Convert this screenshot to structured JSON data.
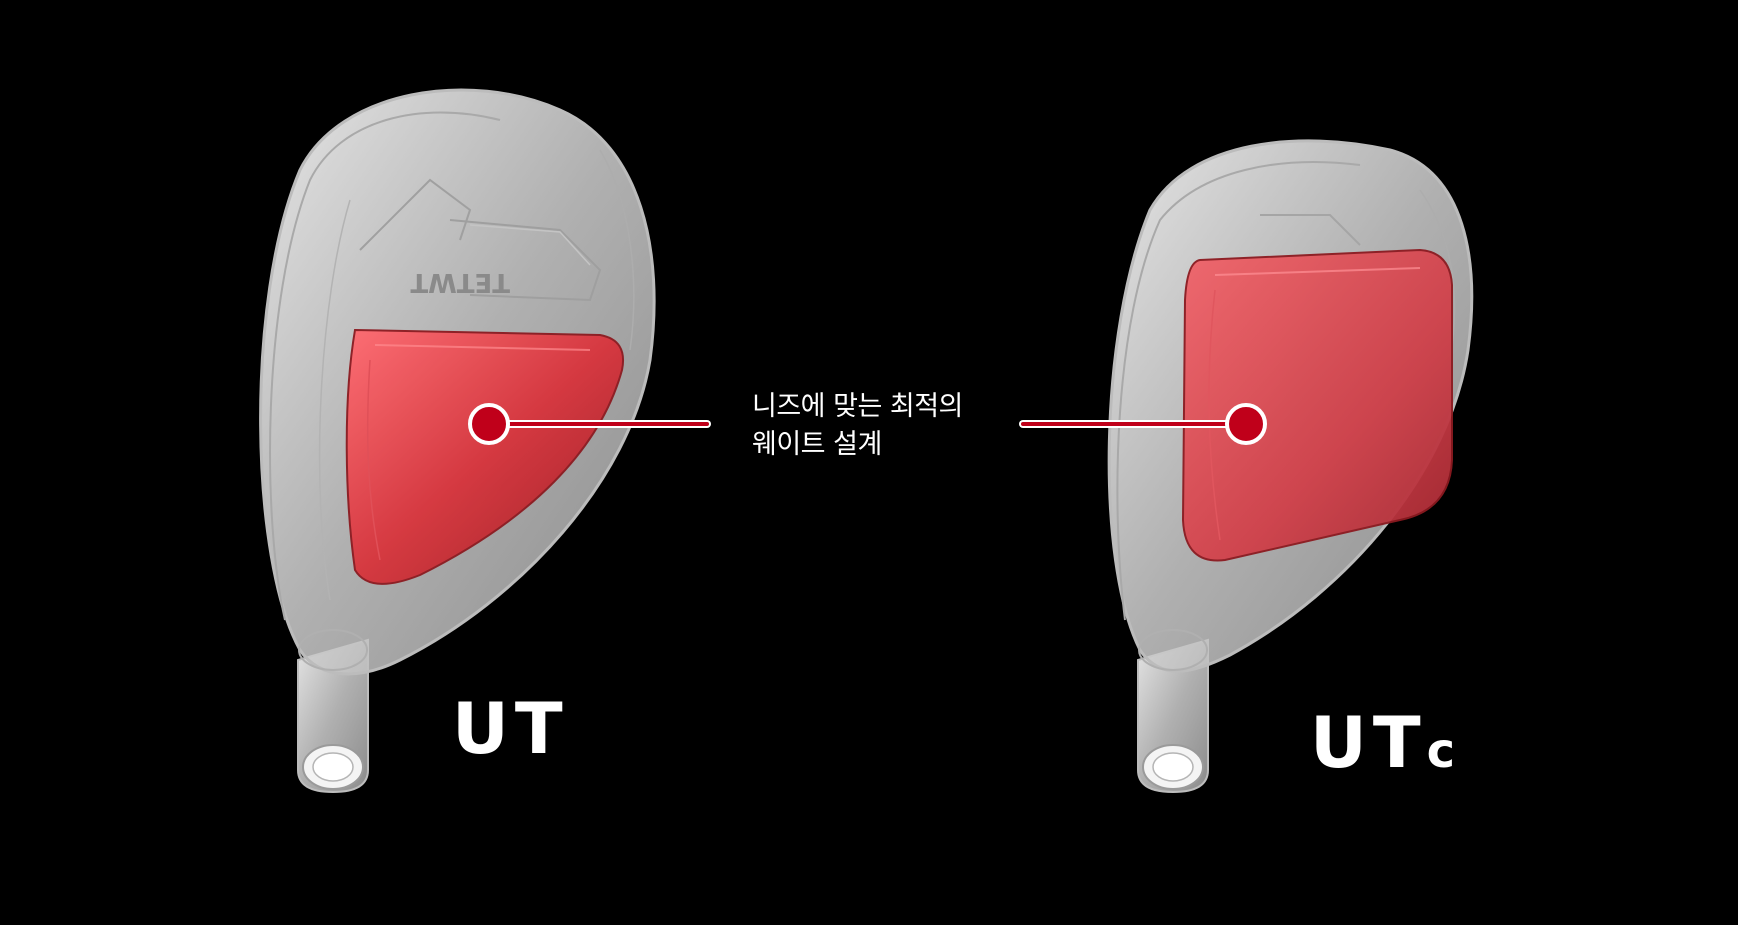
{
  "callout": {
    "line1": "니즈에 맞는 최적의",
    "line2": "웨이트 설계"
  },
  "models": [
    {
      "label_main": "UT",
      "label_sub": ""
    },
    {
      "label_main": "UT",
      "label_sub": "c"
    }
  ],
  "head_engraving": "TETWT",
  "colors": {
    "background": "#000000",
    "weight_red": "#d8343c",
    "marker_red": "#c0001a",
    "label_white": "#ffffff"
  }
}
